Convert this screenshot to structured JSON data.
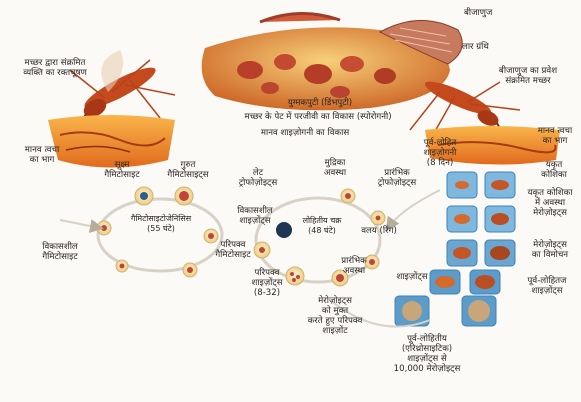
{
  "labels": {
    "mosquito_infected_blood": "मच्छर द्वारा संक्रमित\nव्यक्ति का रक्तचूषण",
    "human_skin_left": "मानव त्वचा\nका भाग",
    "sporozoites": "बीजाणुज",
    "salivary_gland": "लार ग्रंथि",
    "sporozoite_entry": "बीजाणुज का प्रवेश\nसंक्रमित मच्छर",
    "oocyst": "युग्मकपुटी (डिंभपुटी)",
    "parasite_development_in_mosquito": "मच्छर के पेट में परजीवी का विकास (स्पोरोगनी)",
    "human_schizogony": "मानव शाइज़ोगनी का विकास",
    "human_skin_right": "मानव त्वचा\nका भाग",
    "pre_erythrocytic_schizogony": "पूर्व-लोहित\nशाइज़ोगनी\n(8 दिन)",
    "liver_cell": "यकृत\nकोशिका",
    "liver_stage_forms": "यकृत कोशिका\nमें अवस्था\nमेरोज़ोइट्स",
    "merozoites_release": "मेरोज़ोइट्स\nका विमोचन",
    "pre_erythrocytic_schizonts": "पूर्व-लोहितज\nशाइज़ोंट्स",
    "microgametocyte": "सूक्ष्म\nगैमिटोसाइट",
    "macrogametocyte": "गुरुत\nगैमिटोसाइट्स",
    "gametocyte_cycle": "गैमिटोसाइटोजेनिसिस\n(55 घंटे)",
    "developing_gametocyte": "विकासशील\nगैमिटोसाइट",
    "mature_gametocyte": "परिपक्व\nगैमिटोसाइट",
    "late_trophozoites": "लेट\nट्रोफोज़ोइट्स",
    "developing_schizont": "विकासशील\nशाइज़ोंट्स",
    "ring_stage": "वलय (रिंग)",
    "early_trophozoites": "प्रारंभिक\nट्रोफोज़ोइट्स",
    "erythrocytic_cycle": "लोहितीय चक्र\n(48 घंटे)",
    "merozoite_signet": "मुद्रिका\nअवस्था",
    "early_stage": "प्रारंभिक\nअवस्था",
    "mature_schizonts": "परिपक्व\nशाइज़ोंट्स\n(8-32)",
    "merozoites_released": "मेरोज़ोइट्स\nको मुक्त\nकरते हुए परिपक्व\nशाइज़ोंट",
    "schizonts": "शाइज़ोंट्स",
    "exo_erythrocytic": "पूर्व-लोहितीय\n(एरिथ्रोसाइटिक)\nशाइज़ोंट्स से\n10,000 मेरोज़ोइट्स"
  },
  "colors": {
    "mosquito_body": "#c44a1e",
    "skin": "#f4a53a",
    "skin_dark": "#d4571c",
    "stomach": "#e8a04a",
    "liver_tile": "#7fb8de",
    "liver_tile_dark": "#3d83b9",
    "cycle_arrow": "#d8d2c6",
    "rbc": "#f6e6b4",
    "parasite": "#c0443a"
  }
}
